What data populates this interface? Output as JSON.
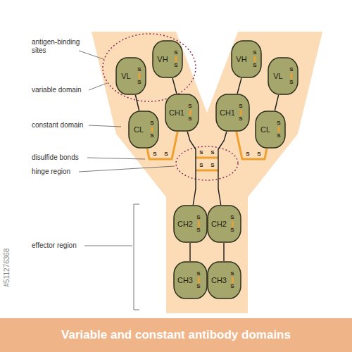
{
  "diagram": {
    "title": "Variable and constant antibody domains",
    "nodes": [
      {
        "text": [
          "VL"
        ]
      },
      {
        "text": [
          "VH"
        ]
      },
      {
        "text": [
          "VH"
        ]
      },
      {
        "text": [
          "VL"
        ]
      },
      {
        "text": [
          "CL"
        ]
      },
      {
        "text": [
          "CH1"
        ]
      },
      {
        "text": [
          "CH1"
        ]
      },
      {
        "text": [
          "CL"
        ]
      },
      {
        "text": [
          "CH2"
        ]
      },
      {
        "text": [
          "CH2"
        ]
      },
      {
        "text": [
          "CH3"
        ]
      },
      {
        "text": [
          "CH3"
        ]
      }
    ],
    "edges": [
      {
        "from": 0,
        "to": 4,
        "arrow": "none"
      },
      {
        "from": 1,
        "to": 5,
        "arrow": "none"
      },
      {
        "from": 2,
        "to": 6,
        "arrow": "none"
      },
      {
        "from": 3,
        "to": 7,
        "arrow": "none"
      },
      {
        "from": 5,
        "to": 8,
        "arrow": "none"
      },
      {
        "from": 6,
        "to": 9,
        "arrow": "none"
      },
      {
        "from": 8,
        "to": 10,
        "arrow": "none"
      },
      {
        "from": 9,
        "to": 11,
        "arrow": "none"
      },
      {
        "from": 4,
        "to": 5,
        "arrow": "none"
      },
      {
        "from": 6,
        "to": 7,
        "arrow": "none"
      }
    ],
    "labels": [
      "antigen-binding sites",
      "variable domain",
      "constant domain",
      "disulfide bonds",
      "hinge region",
      "effector region",
      "S",
      "S",
      "S",
      "S",
      "S",
      "S",
      "S",
      "S",
      "S",
      "S",
      "S",
      "S",
      "S",
      "S",
      "S",
      "S",
      "S",
      "S",
      "S",
      "S",
      "S",
      "S",
      "S",
      "S",
      "S",
      "S",
      "S",
      "S",
      "S",
      "S",
      "S",
      "S",
      "#511276368"
    ]
  }
}
